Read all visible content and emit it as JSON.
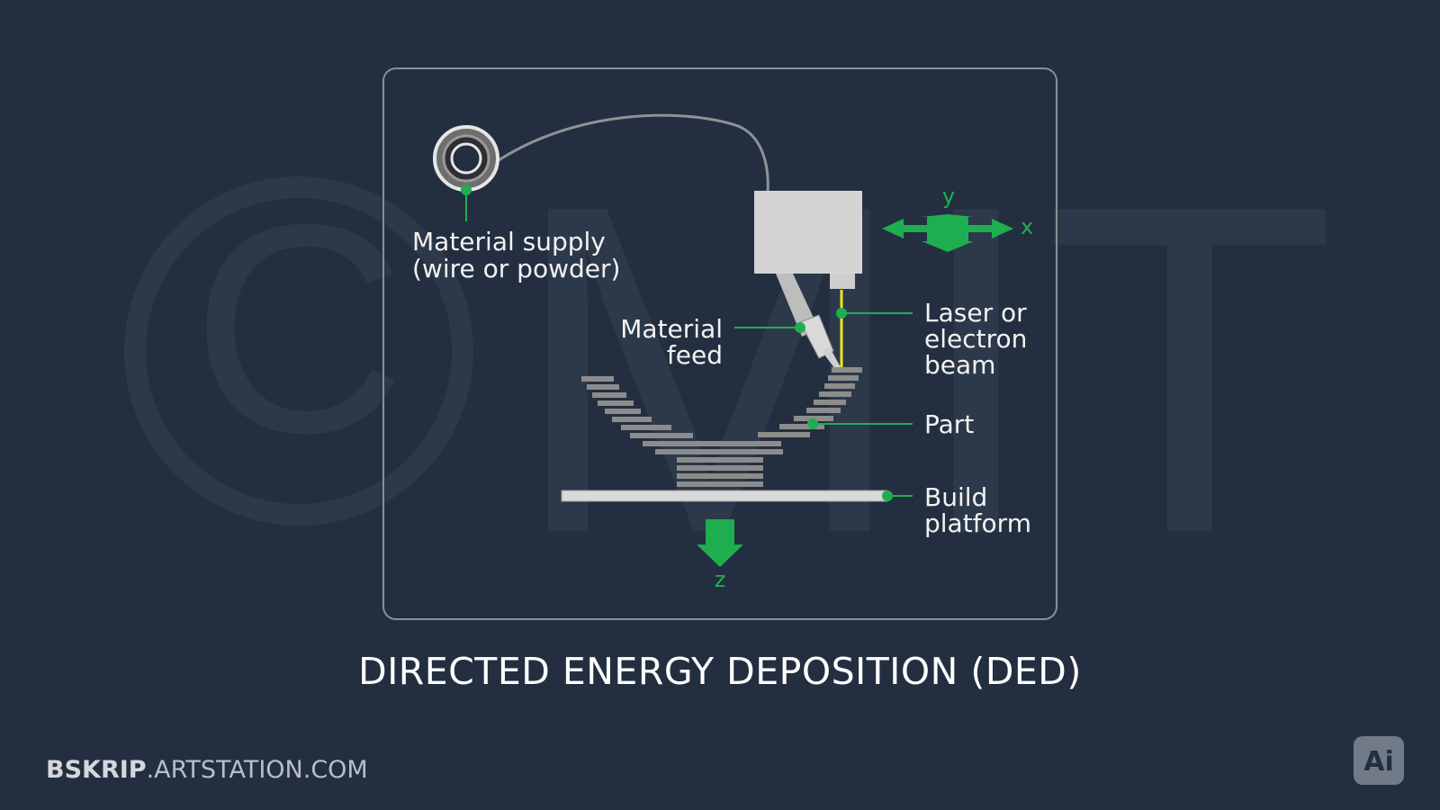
{
  "colors": {
    "background": "#232f40",
    "accent_green": "#1fae4f",
    "beam_yellow": "#f2e51a",
    "frame_gray": "#8a8f96",
    "part_gray": "#8c8c8c"
  },
  "watermark": {
    "symbol": "©",
    "text": "MIT"
  },
  "labels": {
    "material_supply_line1": "Material supply",
    "material_supply_line2": "(wire or powder)",
    "material_feed_line1": "Material",
    "material_feed_line2": "feed",
    "laser_line1": "Laser or",
    "laser_line2": "electron",
    "laser_line3": "beam",
    "part": "Part",
    "build_line1": "Build",
    "build_line2": "platform"
  },
  "axes": {
    "x": "x",
    "y": "y",
    "z": "z"
  },
  "icons": {
    "spool": "wire-spool-icon",
    "xy_arrows": "xy-move-arrows-icon",
    "z_arrow": "z-down-arrow-icon",
    "app_badge": "illustrator-icon"
  },
  "title": "DIRECTED ENERGY DEPOSITION (DED)",
  "footer": {
    "bold": "BSKRIP",
    "light": ".ARTSTATION.COM"
  },
  "badge": {
    "text": "Ai"
  }
}
